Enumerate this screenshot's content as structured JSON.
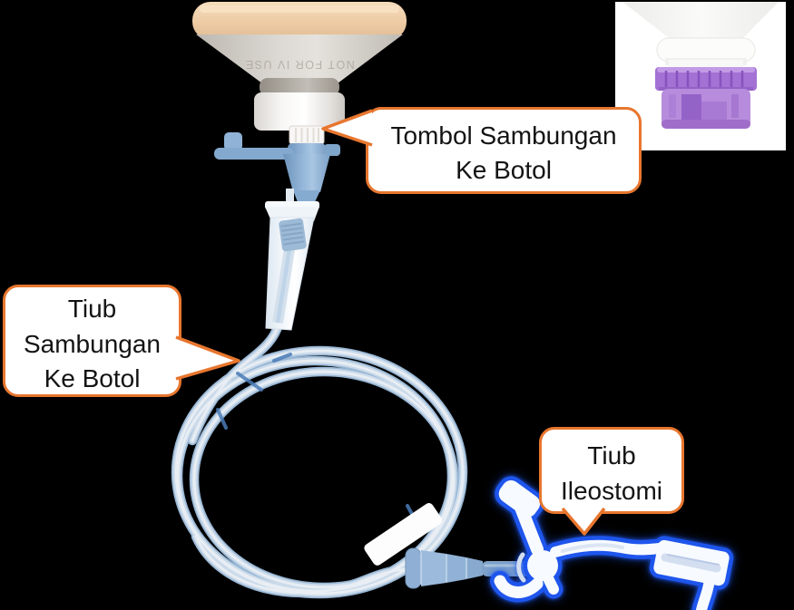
{
  "callouts": {
    "bottle_connection_button": {
      "lines": [
        "Tombol Sambungan",
        "Ke Botol"
      ]
    },
    "bottle_connection_tube": {
      "lines": [
        "Tiub",
        "Sambungan",
        "Ke Botol"
      ]
    },
    "ileostomy_tube": {
      "lines": [
        "Tiub",
        "Ileostomi"
      ]
    }
  },
  "bottle": {
    "embossed_text": "NOT FOR IV USE"
  },
  "colors": {
    "background": "#000000",
    "callout_border": "#E8762E",
    "callout_background": "#FFFFFF",
    "callout_text": "#141414",
    "highlight_glow_blue": "#1E55EC",
    "purple_connector": "#A471D4",
    "tubing_blue": "#C8DCEE",
    "stopcock_blue": "#87ABD0",
    "bottle_tan": "#EDCBA4",
    "inset_background": "#FFFFFF"
  }
}
